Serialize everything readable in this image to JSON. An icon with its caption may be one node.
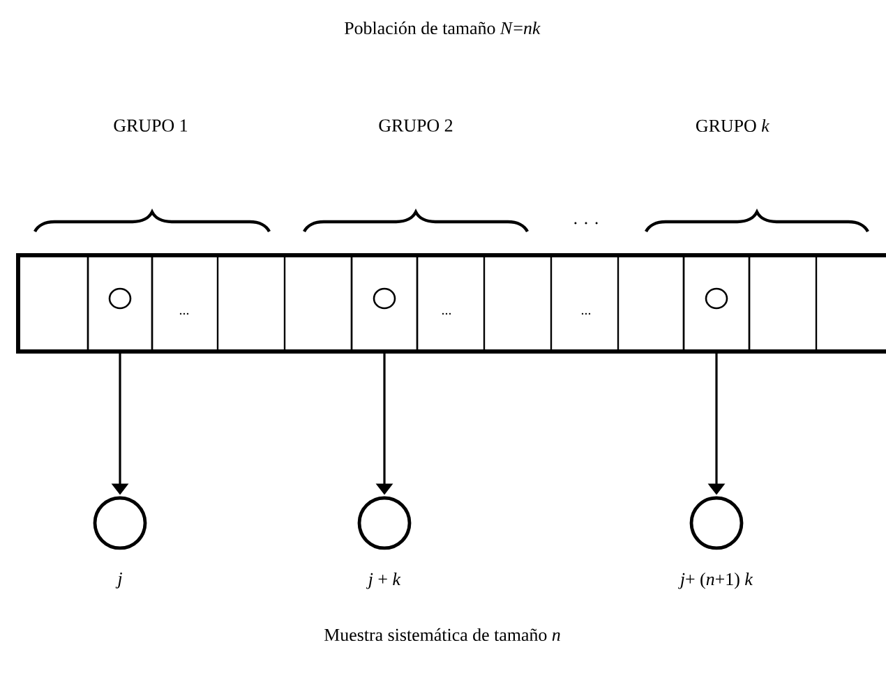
{
  "diagram": {
    "title": "Población de tamaño *N*=*nk*",
    "caption": "Muestra sistemática de tamaño *n*",
    "nodes": [
      {
        "text": [],
        "shape": "box"
      },
      {
        "text": [],
        "shape": "box"
      },
      {
        "text": [],
        "shape": "box"
      },
      {
        "text": [],
        "shape": "circle",
        "beside": [
          "*j*"
        ]
      },
      {
        "text": [],
        "shape": "circle",
        "beside": [
          "*j* + *k*"
        ]
      },
      {
        "text": [],
        "shape": "circle",
        "beside": [
          "*j*+ (*n*+1) *k*"
        ]
      }
    ],
    "edges": [
      {
        "from": 0,
        "to": 3,
        "arrow": "to"
      },
      {
        "from": 1,
        "to": 4,
        "arrow": "to"
      },
      {
        "from": 2,
        "to": 5,
        "arrow": "to"
      }
    ],
    "labels": [
      "GRUPO 1",
      "GRUPO 2",
      "GRUPO *k*",
      ". . .",
      "...",
      "...",
      "..."
    ]
  }
}
